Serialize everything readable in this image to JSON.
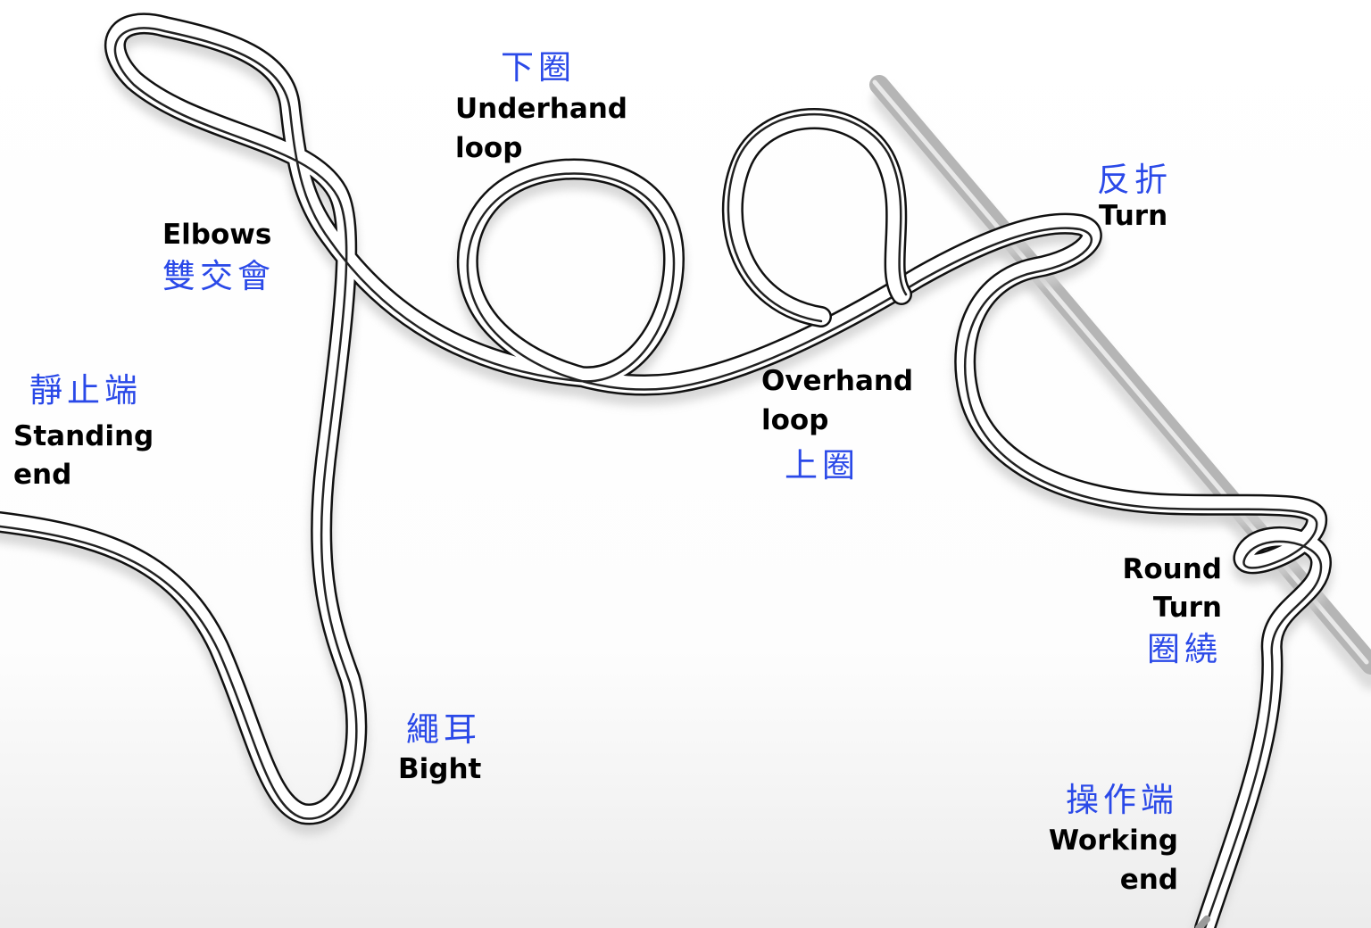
{
  "labels": {
    "elbows": {
      "en": "Elbows",
      "zh": "雙交會"
    },
    "standing_end": {
      "zh": "靜止端",
      "en_line1": "Standing",
      "en_line2": "end"
    },
    "bight": {
      "zh": "繩耳",
      "en": "Bight"
    },
    "underhand_loop": {
      "zh": "下圈",
      "en_line1": "Underhand",
      "en_line2": "loop"
    },
    "overhand_loop": {
      "en_line1": "Overhand",
      "en_line2": "loop",
      "zh": "上圈"
    },
    "turn": {
      "zh": "反折",
      "en": "Turn"
    },
    "round_turn": {
      "en_line1": "Round",
      "en_line2": "Turn",
      "zh": "圈繞"
    },
    "working_end": {
      "zh": "操作端",
      "en_line1": "Working",
      "en_line2": "end"
    }
  },
  "colors": {
    "english_text": "#000000",
    "chinese_text": "#2a49e8",
    "rope_body": "#ffffff",
    "rope_stripe": "#111111",
    "rod": "#b5b5b5"
  }
}
